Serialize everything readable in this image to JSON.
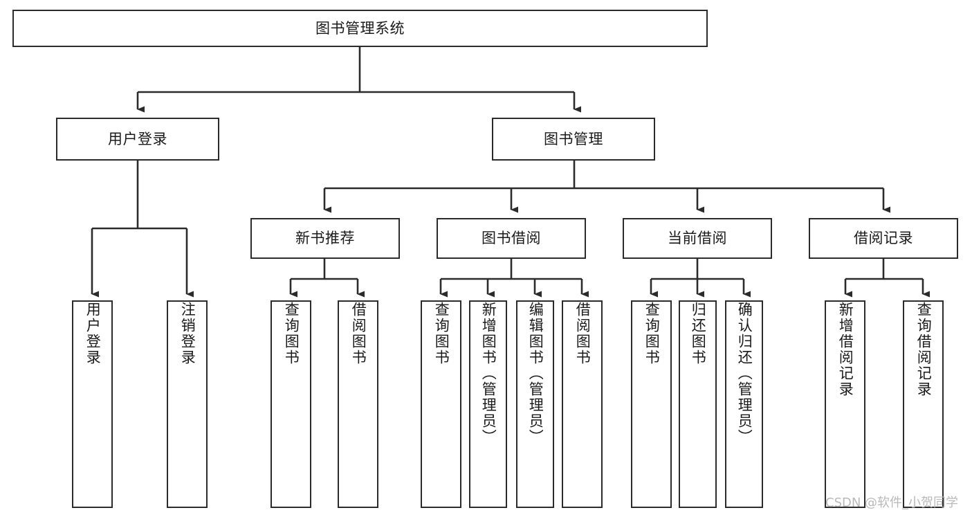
{
  "diagram": {
    "title": "图书管理系统",
    "type": "tree",
    "stroke_color": "#2b2b2b",
    "fill_color": "#ffffff",
    "text_color": "#1a1a1a"
  },
  "nodes": {
    "root": {
      "label": "图书管理系统",
      "level": 1
    },
    "level2": [
      {
        "id": "user-login",
        "label": "用户登录"
      },
      {
        "id": "book-manage",
        "label": "图书管理"
      }
    ],
    "level3": [
      {
        "id": "new-book-recommend",
        "label": "新书推荐"
      },
      {
        "id": "book-borrow",
        "label": "图书借阅"
      },
      {
        "id": "current-borrow",
        "label": "当前借阅"
      },
      {
        "id": "borrow-record",
        "label": "借阅记录"
      }
    ],
    "leaves": [
      {
        "id": "leaf-user-login",
        "label": "用户登录",
        "parent": "user-login"
      },
      {
        "id": "leaf-logout-login",
        "label": "注销登录",
        "parent": "user-login"
      },
      {
        "id": "leaf-query-book-1",
        "label": "查询图书",
        "parent": "new-book-recommend"
      },
      {
        "id": "leaf-borrow-book-1",
        "label": "借阅图书",
        "parent": "new-book-recommend"
      },
      {
        "id": "leaf-query-book-2",
        "label": "查询图书",
        "parent": "book-borrow"
      },
      {
        "id": "leaf-add-book-admin",
        "label": "新增图书（管理员）",
        "parent": "book-borrow"
      },
      {
        "id": "leaf-edit-book-admin",
        "label": "编辑图书（管理员）",
        "parent": "book-borrow"
      },
      {
        "id": "leaf-borrow-book-2",
        "label": "借阅图书",
        "parent": "book-borrow"
      },
      {
        "id": "leaf-query-book-3",
        "label": "查询图书",
        "parent": "current-borrow"
      },
      {
        "id": "leaf-return-book",
        "label": "归还图书",
        "parent": "current-borrow"
      },
      {
        "id": "leaf-confirm-return-admin",
        "label": "确认归还（管理员）",
        "parent": "current-borrow"
      },
      {
        "id": "leaf-add-borrow-record",
        "label": "新增借阅记录",
        "parent": "borrow-record"
      },
      {
        "id": "leaf-query-borrow-record",
        "label": "查询借阅记录",
        "parent": "borrow-record"
      }
    ]
  },
  "watermark": {
    "text": "CSDN @软件_小贺同学"
  }
}
